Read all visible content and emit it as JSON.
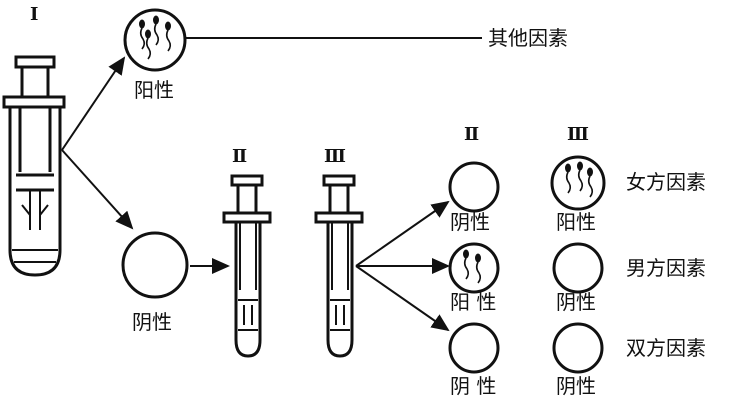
{
  "tube_labels": {
    "tube1": "Ⅰ",
    "tube2": "Ⅱ",
    "tube3": "Ⅲ",
    "column_left": "Ⅱ",
    "column_right": "Ⅲ"
  },
  "results": {
    "top_result": "阳性",
    "top_factor": "其他因素",
    "middle_result": "阴性",
    "rows": [
      {
        "left": "阴性",
        "right": "阳性",
        "factor": "女方因素"
      },
      {
        "left": "阳 性",
        "right": "阴性",
        "factor": "男方因素"
      },
      {
        "left": "阴 性",
        "right": "阴性",
        "factor": "双方因素"
      }
    ]
  }
}
